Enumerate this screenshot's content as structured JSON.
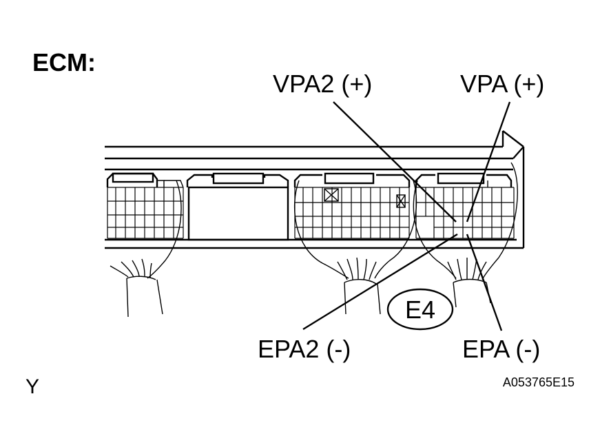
{
  "title": "ECM:",
  "labels": {
    "vpa2": "VPA2 (+)",
    "vpa": "VPA (+)",
    "epa2": "EPA2 (-)",
    "epa": "EPA (-)"
  },
  "connector_code": "E4",
  "corner_mark": "Y",
  "figure_id": "A053765E15"
}
